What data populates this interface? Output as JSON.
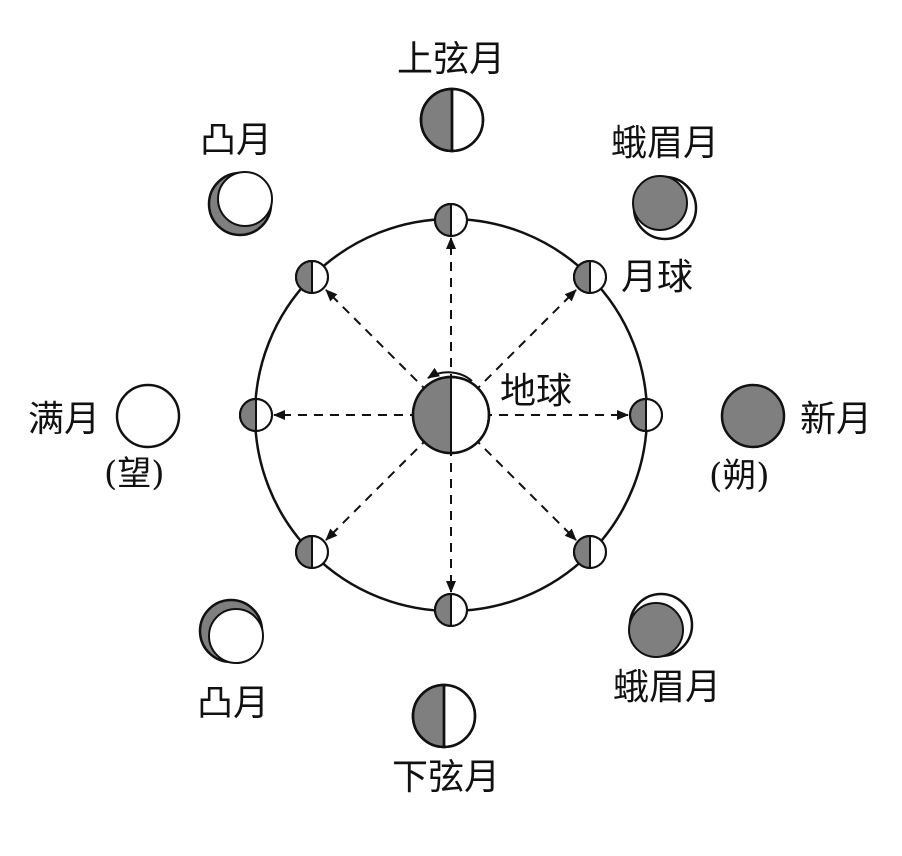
{
  "colors": {
    "ink": "#111111",
    "shade": "#7f7f7f",
    "paper": "#ffffff"
  },
  "labels": {
    "first_quarter": "上弦月",
    "waxing_gibbous": "凸月",
    "waning_crescent_top": "蛾眉月",
    "moon": "月球",
    "earth": "地球",
    "full_moon": "满月",
    "full_moon_alt": "(望)",
    "new_moon": "新月",
    "new_moon_alt": "(朔)",
    "waning_gibbous": "凸月",
    "waxing_crescent_bottom": "蛾眉月",
    "last_quarter": "下弦月"
  }
}
